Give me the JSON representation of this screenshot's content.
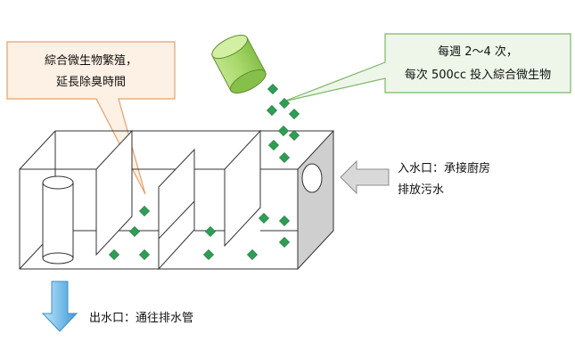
{
  "callout_left": {
    "line1": "綜合微生物繁殖，",
    "line2": "延長除臭時間",
    "fill": "#fdf0e4",
    "stroke": "#e7a06a"
  },
  "callout_right": {
    "line1": "每週 2～4 次，",
    "line2": "每次 500cc 投入綜合微生物",
    "fill": "#eef6e9",
    "stroke": "#7cb86a"
  },
  "inlet": {
    "line1": "入水口：承接廚房",
    "line2": "排放污水"
  },
  "outlet": {
    "label": "出水口：通往排水管"
  },
  "colors": {
    "microbe": "#2e9e55",
    "bottle": "#a8d86a",
    "outlet_arrow": "#4aa3df",
    "inlet_arrow": "#d9d9d9"
  }
}
